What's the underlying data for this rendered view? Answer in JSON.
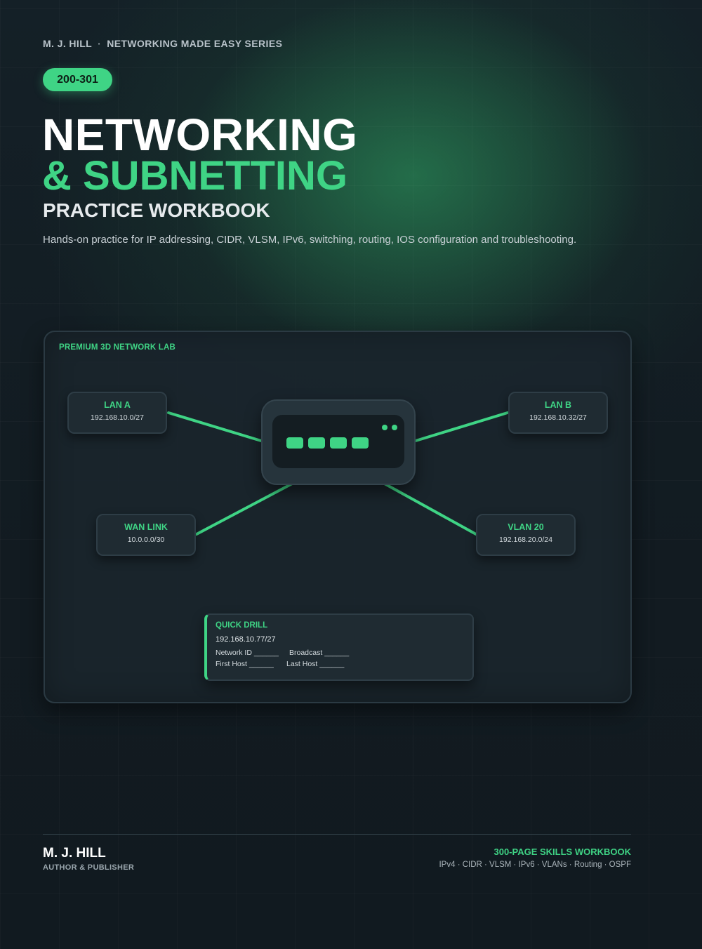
{
  "header": {
    "author": "M. J. HILL",
    "separator": "·",
    "series": "NETWORKING MADE EASY SERIES",
    "badge": "200-301"
  },
  "title": {
    "line1": "NETWORKING",
    "line2": "& SUBNETTING",
    "line3": "PRACTICE WORKBOOK",
    "tagline": "Hands-on practice for IP addressing, CIDR, VLSM, IPv6, switching, routing, IOS configuration and troubleshooting."
  },
  "lab": {
    "title": "PREMIUM 3D NETWORK LAB",
    "nodes": [
      {
        "name": "LAN A",
        "network": "192.168.10.0/27"
      },
      {
        "name": "LAN B",
        "network": "192.168.10.32/27"
      },
      {
        "name": "WAN LINK",
        "network": "10.0.0.0/30"
      },
      {
        "name": "VLAN 20",
        "network": "192.168.20.0/24"
      }
    ],
    "drill": {
      "title": "QUICK DRILL",
      "ip": "192.168.10.77/27",
      "network_id": "Network ID ______",
      "broadcast": "Broadcast ______",
      "first_host": "First Host ______",
      "last_host": "Last Host ______"
    }
  },
  "footer": {
    "author": "M. J. HILL",
    "role": "AUTHOR & PUBLISHER",
    "pages": "300-PAGE SKILLS WORKBOOK",
    "topics": "IPv4 · CIDR · VLSM · IPv6 · VLANs · Routing · OSPF"
  },
  "colors": {
    "accent": "#3fd485",
    "background": "#121b21",
    "panel": "#1f2b32"
  }
}
